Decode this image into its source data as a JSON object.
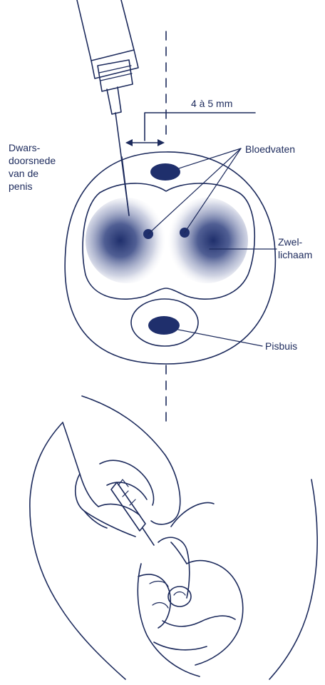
{
  "labels": {
    "cross_section": [
      "Dwars-",
      "doorsnede",
      "van de",
      "penis"
    ],
    "distance": "4 à 5 mm",
    "vessels": "Bloedvaten",
    "erectile_body": [
      "Zwel-",
      "lichaam"
    ],
    "urethra": "Pisbuis"
  },
  "colors": {
    "ink": "#1c2a5c",
    "tissue_fill": "#e9ebf2",
    "shade": "#2a3a78"
  },
  "icons": {
    "syringe": "syringe-icon",
    "hands": "injection-hands-illustration"
  }
}
